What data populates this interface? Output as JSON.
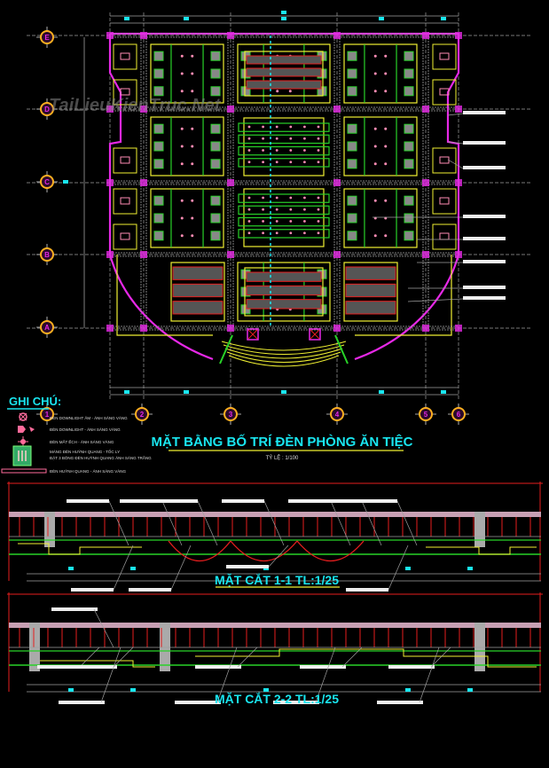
{
  "watermark": "TaiLieuKienTruc.Net",
  "plan": {
    "title": "MẶT BẰNG BỐ TRÍ ĐÈN PHÒNG ĂN TIỆC",
    "scale": "TỶ LỆ : 1/100",
    "grid_x": [
      "1",
      "2",
      "3",
      "4",
      "5",
      "6"
    ],
    "grid_y": [
      "E",
      "D",
      "C",
      "B",
      "A"
    ]
  },
  "legend": {
    "title": "GHI CHÚ:",
    "items": [
      {
        "icon": "downlight-recessed-icon",
        "label": "ĐÈN DOWNLIGHT ÂM - ÁNH SÁNG VÀNG"
      },
      {
        "icon": "downlight-spot-icon",
        "label": "ĐÈN DOWNLIGHT - ÁNH SÁNG VÀNG"
      },
      {
        "icon": "eyeball-light-icon",
        "label": "ĐÈN MẮT ẾCH - ÁNH SÁNG VÀNG"
      },
      {
        "icon": "fluorescent-trough-icon",
        "label": "MÁNG ĐÈN HUỲNH QUANG - TỐC LY",
        "label2": "ĐẶT 3 BÓNG ĐÈN HUỲNH QUANG ÁNH SÁNG TRẮNG"
      },
      {
        "icon": "fluorescent-strip-icon",
        "label": "ĐÈN HUỲNH QUANG - ÁNH SÁNG VÀNG"
      }
    ]
  },
  "sections": [
    {
      "title": "MẶT CẮT 1-1 TL:1/25"
    },
    {
      "title": "MẶT CẮT 2-2 TL:1/25"
    }
  ],
  "colors": {
    "cyan": "#19e6f0",
    "yellow": "#f0f032",
    "green": "#28d228",
    "magenta": "#e628e6",
    "red": "#e61e1e",
    "gray": "#a0a0a0",
    "pink": "#ff8cb4"
  }
}
